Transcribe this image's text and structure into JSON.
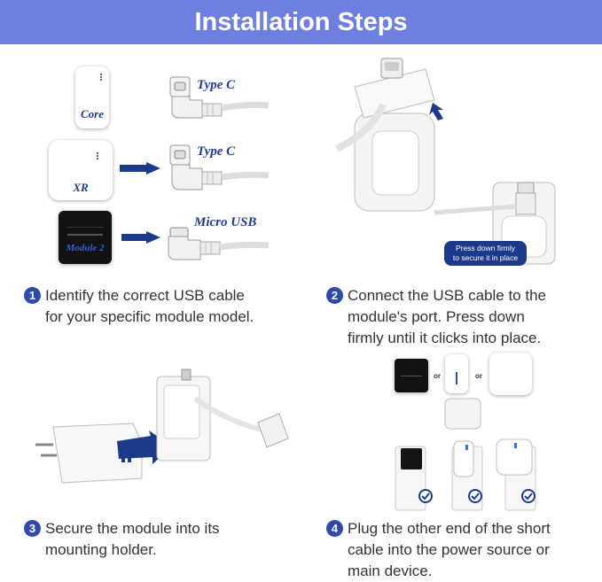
{
  "header": {
    "title": "Installation Steps"
  },
  "colors": {
    "header_bg": "#6f7fe0",
    "accent": "#2f4aa8",
    "label": "#223b8f",
    "arrow": "#1d3a8a"
  },
  "modules": {
    "core": "Core",
    "xr": "XR",
    "module2": "Module 2"
  },
  "cables": {
    "type_c_1": "Type C",
    "type_c_2": "Type C",
    "micro_usb": "Micro USB"
  },
  "callout": {
    "line1": "Press down firmly",
    "line2": "to secure it in place"
  },
  "options_or": [
    "or",
    "or"
  ],
  "steps": [
    {
      "num": "1",
      "line1": "Identify the correct USB cable",
      "line2": "for your specific module model."
    },
    {
      "num": "2",
      "line1": "Connect the USB cable to the",
      "line2": "module's port. Press down",
      "line3": "firmly until it clicks into place."
    },
    {
      "num": "3",
      "line1": "Secure the module into its",
      "line2": "mounting holder."
    },
    {
      "num": "4",
      "line1": "Plug the other end of the short",
      "line2": "cable into the power source or",
      "line3": "main device."
    }
  ],
  "icons": [
    "check-icon",
    "arrow-right-icon",
    "usb-c-plug-icon",
    "micro-usb-plug-icon",
    "power-adapter-icon",
    "wall-outlet-icon"
  ]
}
